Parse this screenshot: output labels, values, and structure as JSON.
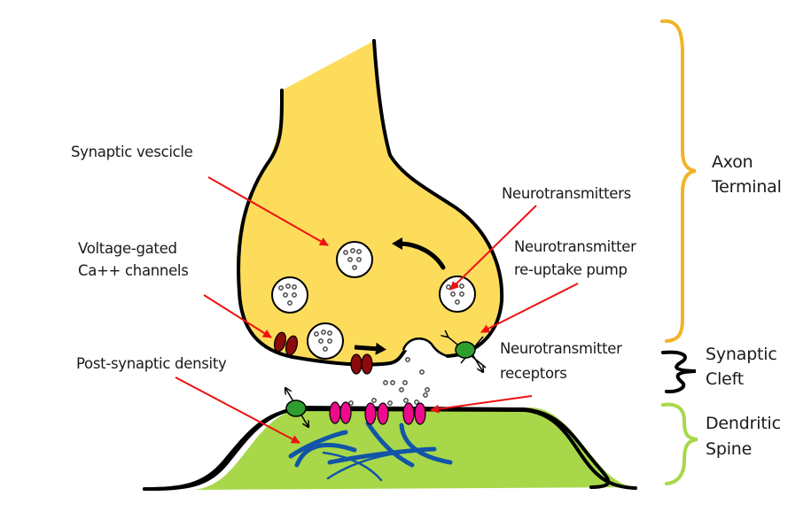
{
  "title": "Synapse structure diagram",
  "colors": {
    "axon_fill": "#fddc5c",
    "spine_fill": "#a8d84a",
    "outline": "#000000",
    "vesicle_fill": "#ffffff",
    "ca_channel": "#8b0a0a",
    "receptor": "#ee0a8c",
    "pump": "#2e9e2e",
    "psd_fibers": "#1155a8",
    "pointer_arrow": "#ee1111",
    "brace_axon": "#f0b428",
    "brace_cleft": "#000000",
    "brace_spine": "#a8d84a"
  },
  "labels": {
    "synaptic_vesicle": "Synaptic vescicle",
    "voltage_gated_line1": "Voltage-gated",
    "voltage_gated_line2": "Ca++ channels",
    "post_synaptic_density": "Post-synaptic density",
    "neurotransmitters": "Neurotransmitters",
    "reuptake_line1": "Neurotransmitter",
    "reuptake_line2": "re-uptake pump",
    "receptors_line1": "Neurotransmitter",
    "receptors_line2": "receptors"
  },
  "regions": {
    "axon_terminal_line1": "Axon",
    "axon_terminal_line2": "Terminal",
    "synaptic_cleft_line1": "Synaptic",
    "synaptic_cleft_line2": "Cleft",
    "dendritic_spine_line1": "Dendritic",
    "dendritic_spine_line2": "Spine"
  }
}
